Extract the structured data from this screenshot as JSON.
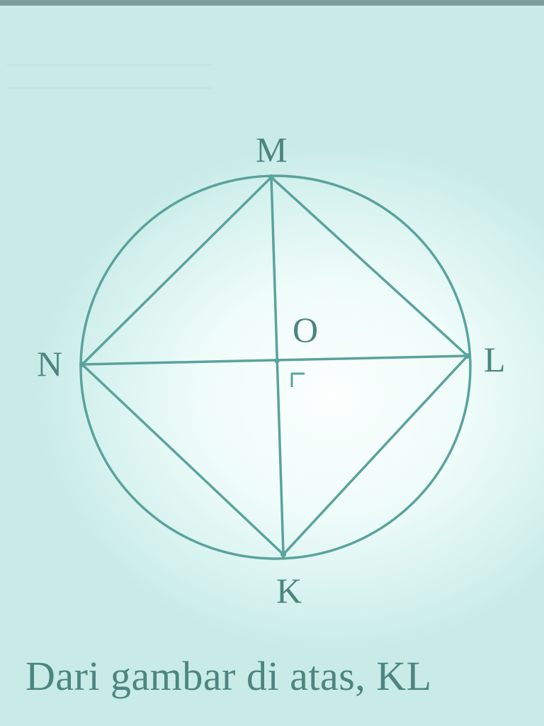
{
  "diagram": {
    "points": {
      "M": "M",
      "N": "N",
      "L": "L",
      "K": "K",
      "O": "O"
    },
    "right_angle_marker": "⌐",
    "colors": {
      "stroke": "#5aa39c",
      "label": "#4d8580"
    }
  },
  "caption": "Dari gambar di atas, KL"
}
